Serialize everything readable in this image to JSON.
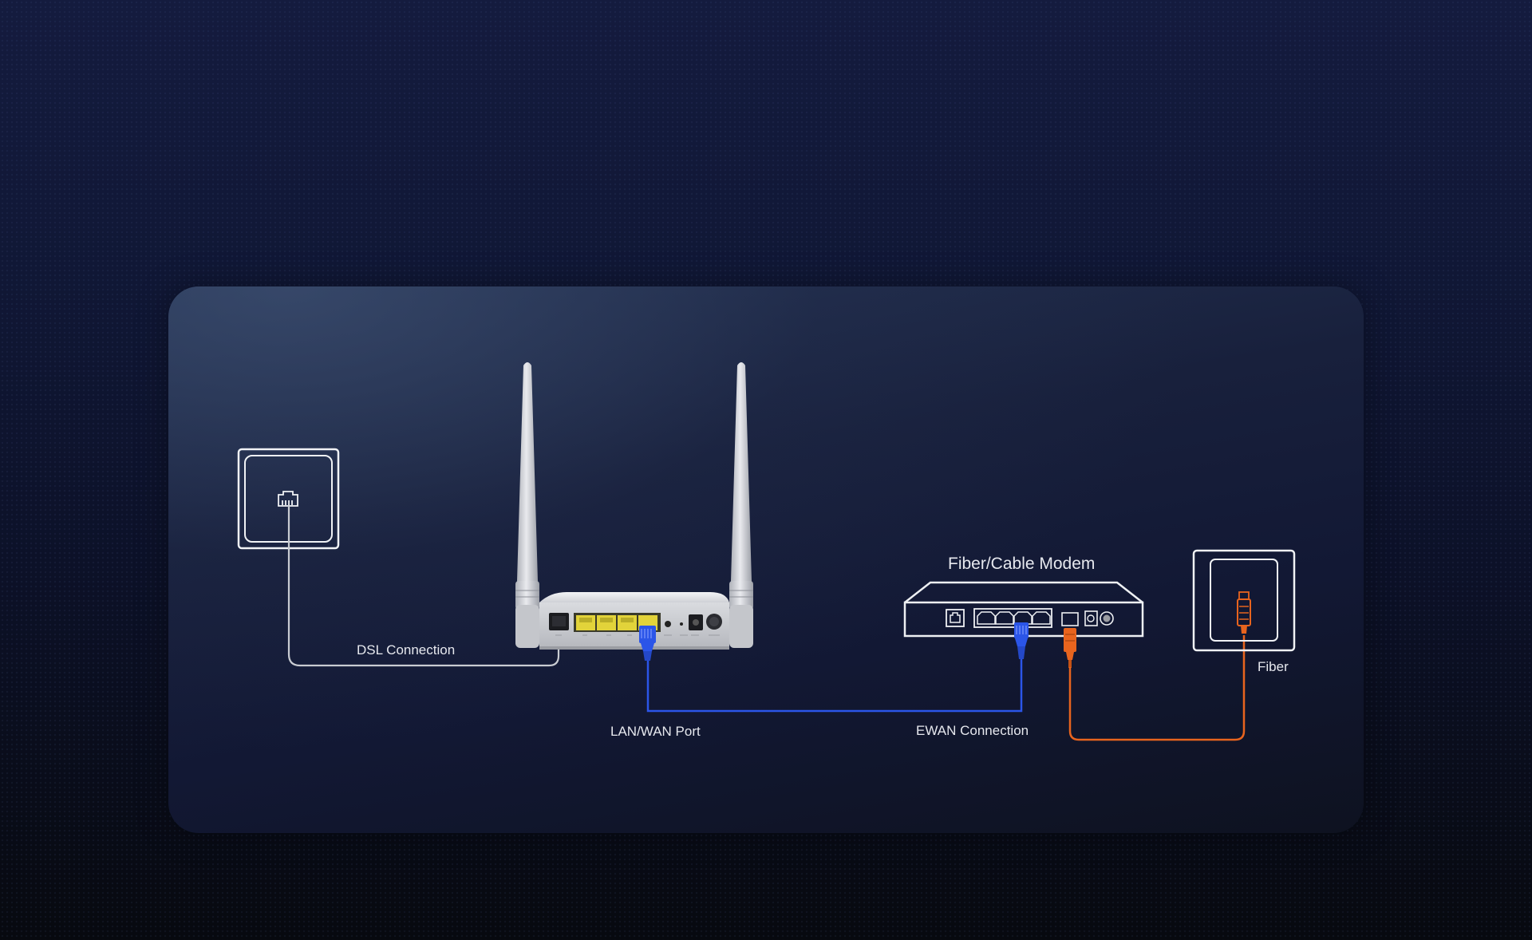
{
  "labels": {
    "dsl_connection": "DSL Connection",
    "lan_wan_port": "LAN/WAN Port",
    "ewan_connection": "EWAN Connection",
    "fiber_cable_modem": "Fiber/Cable Modem",
    "fiber": "Fiber"
  },
  "icons": {
    "dsl_wall_socket": "phone-jack-icon",
    "fiber_wall_socket": "fiber-connector-icon",
    "router": "dual-antenna-router",
    "modem": "fiber-cable-modem"
  },
  "colors": {
    "dsl_cable": "#c9ccd2",
    "ethernet_cable": "#2b55e8",
    "fiber_cable": "#e8641e",
    "socket_outline": "#f0f2f5",
    "router_ports": "#e2d33a"
  }
}
